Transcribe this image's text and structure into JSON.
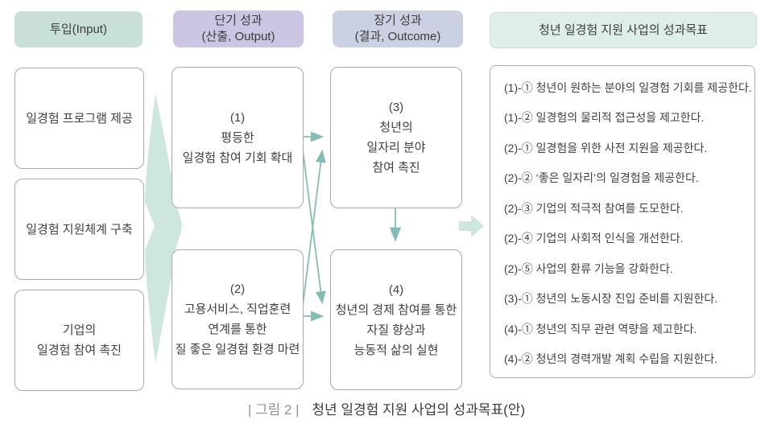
{
  "figure": {
    "caption_label": "| 그림 2 |",
    "caption_title": "청년 일경험 지원 사업의 성과목표(안)"
  },
  "headers": {
    "input": {
      "lines": [
        "투입(Input)"
      ]
    },
    "short_term": {
      "lines": [
        "단기 성과",
        "(산출, Output)"
      ]
    },
    "long_term": {
      "lines": [
        "장기 성과",
        "(결과, Outcome)"
      ]
    },
    "goals": {
      "lines": [
        "청년 일경험 지원 사업의 성과목표"
      ]
    }
  },
  "inputs": {
    "box1": {
      "lines": [
        "일경험 프로그램 제공"
      ]
    },
    "box2": {
      "lines": [
        "일경험 지원체계 구축"
      ]
    },
    "box3": {
      "lines": [
        "기업의",
        "일경험 참여 촉진"
      ]
    }
  },
  "outputs": {
    "box1": {
      "lines": [
        "(1)",
        "평등한",
        "일경험 참여 기회 확대"
      ]
    },
    "box2": {
      "lines": [
        "(2)",
        "고용서비스, 직업훈련",
        "연계를 통한",
        "질 좋은 일경험 환경 마련"
      ]
    }
  },
  "outcomes": {
    "box3": {
      "lines": [
        "(3)",
        "청년의",
        "일자리 분야",
        "참여 촉진"
      ]
    },
    "box4": {
      "lines": [
        "(4)",
        "청년의 경제 참여를 통한",
        "자질 향상과",
        "능동적 삶의 실현"
      ]
    }
  },
  "goals_panel": {
    "items": [
      "(1)-① 청년이 원하는 분야의 일경험 기회를 제공한다.",
      "(1)-② 일경험의 물리적 접근성을 제고한다.",
      "(2)-① 일경험을 위한 사전 지원을 제공한다.",
      "(2)-② ‘좋은 일자리’의 일경험을 제공한다.",
      "(2)-③ 기업의 적극적 참여를 도모한다.",
      "(2)-④ 기업의 사회적 인식을 개선한다.",
      "(2)-⑤ 사업의 환류 기능을 강화한다.",
      "(3)-① 청년의 노동시장 진입 준비를 지원한다.",
      "(4)-① 청년의 직무 관련 역량을 제고한다.",
      "(4)-② 청년의 경력개발 계획 수립을 지원한다."
    ]
  },
  "colors": {
    "header_input_bg": "#c9e0d9",
    "header_short_term_bg": "#ccc5e3",
    "header_long_term_bg": "#ccd0e3",
    "header_goals_bg": "#dfeee9",
    "box_border": "#a9a9a9",
    "thin_arrow": "#85bcb4",
    "big_arrow": "#cde6de",
    "text": "#3f3f3f",
    "caption_label": "#919191"
  }
}
